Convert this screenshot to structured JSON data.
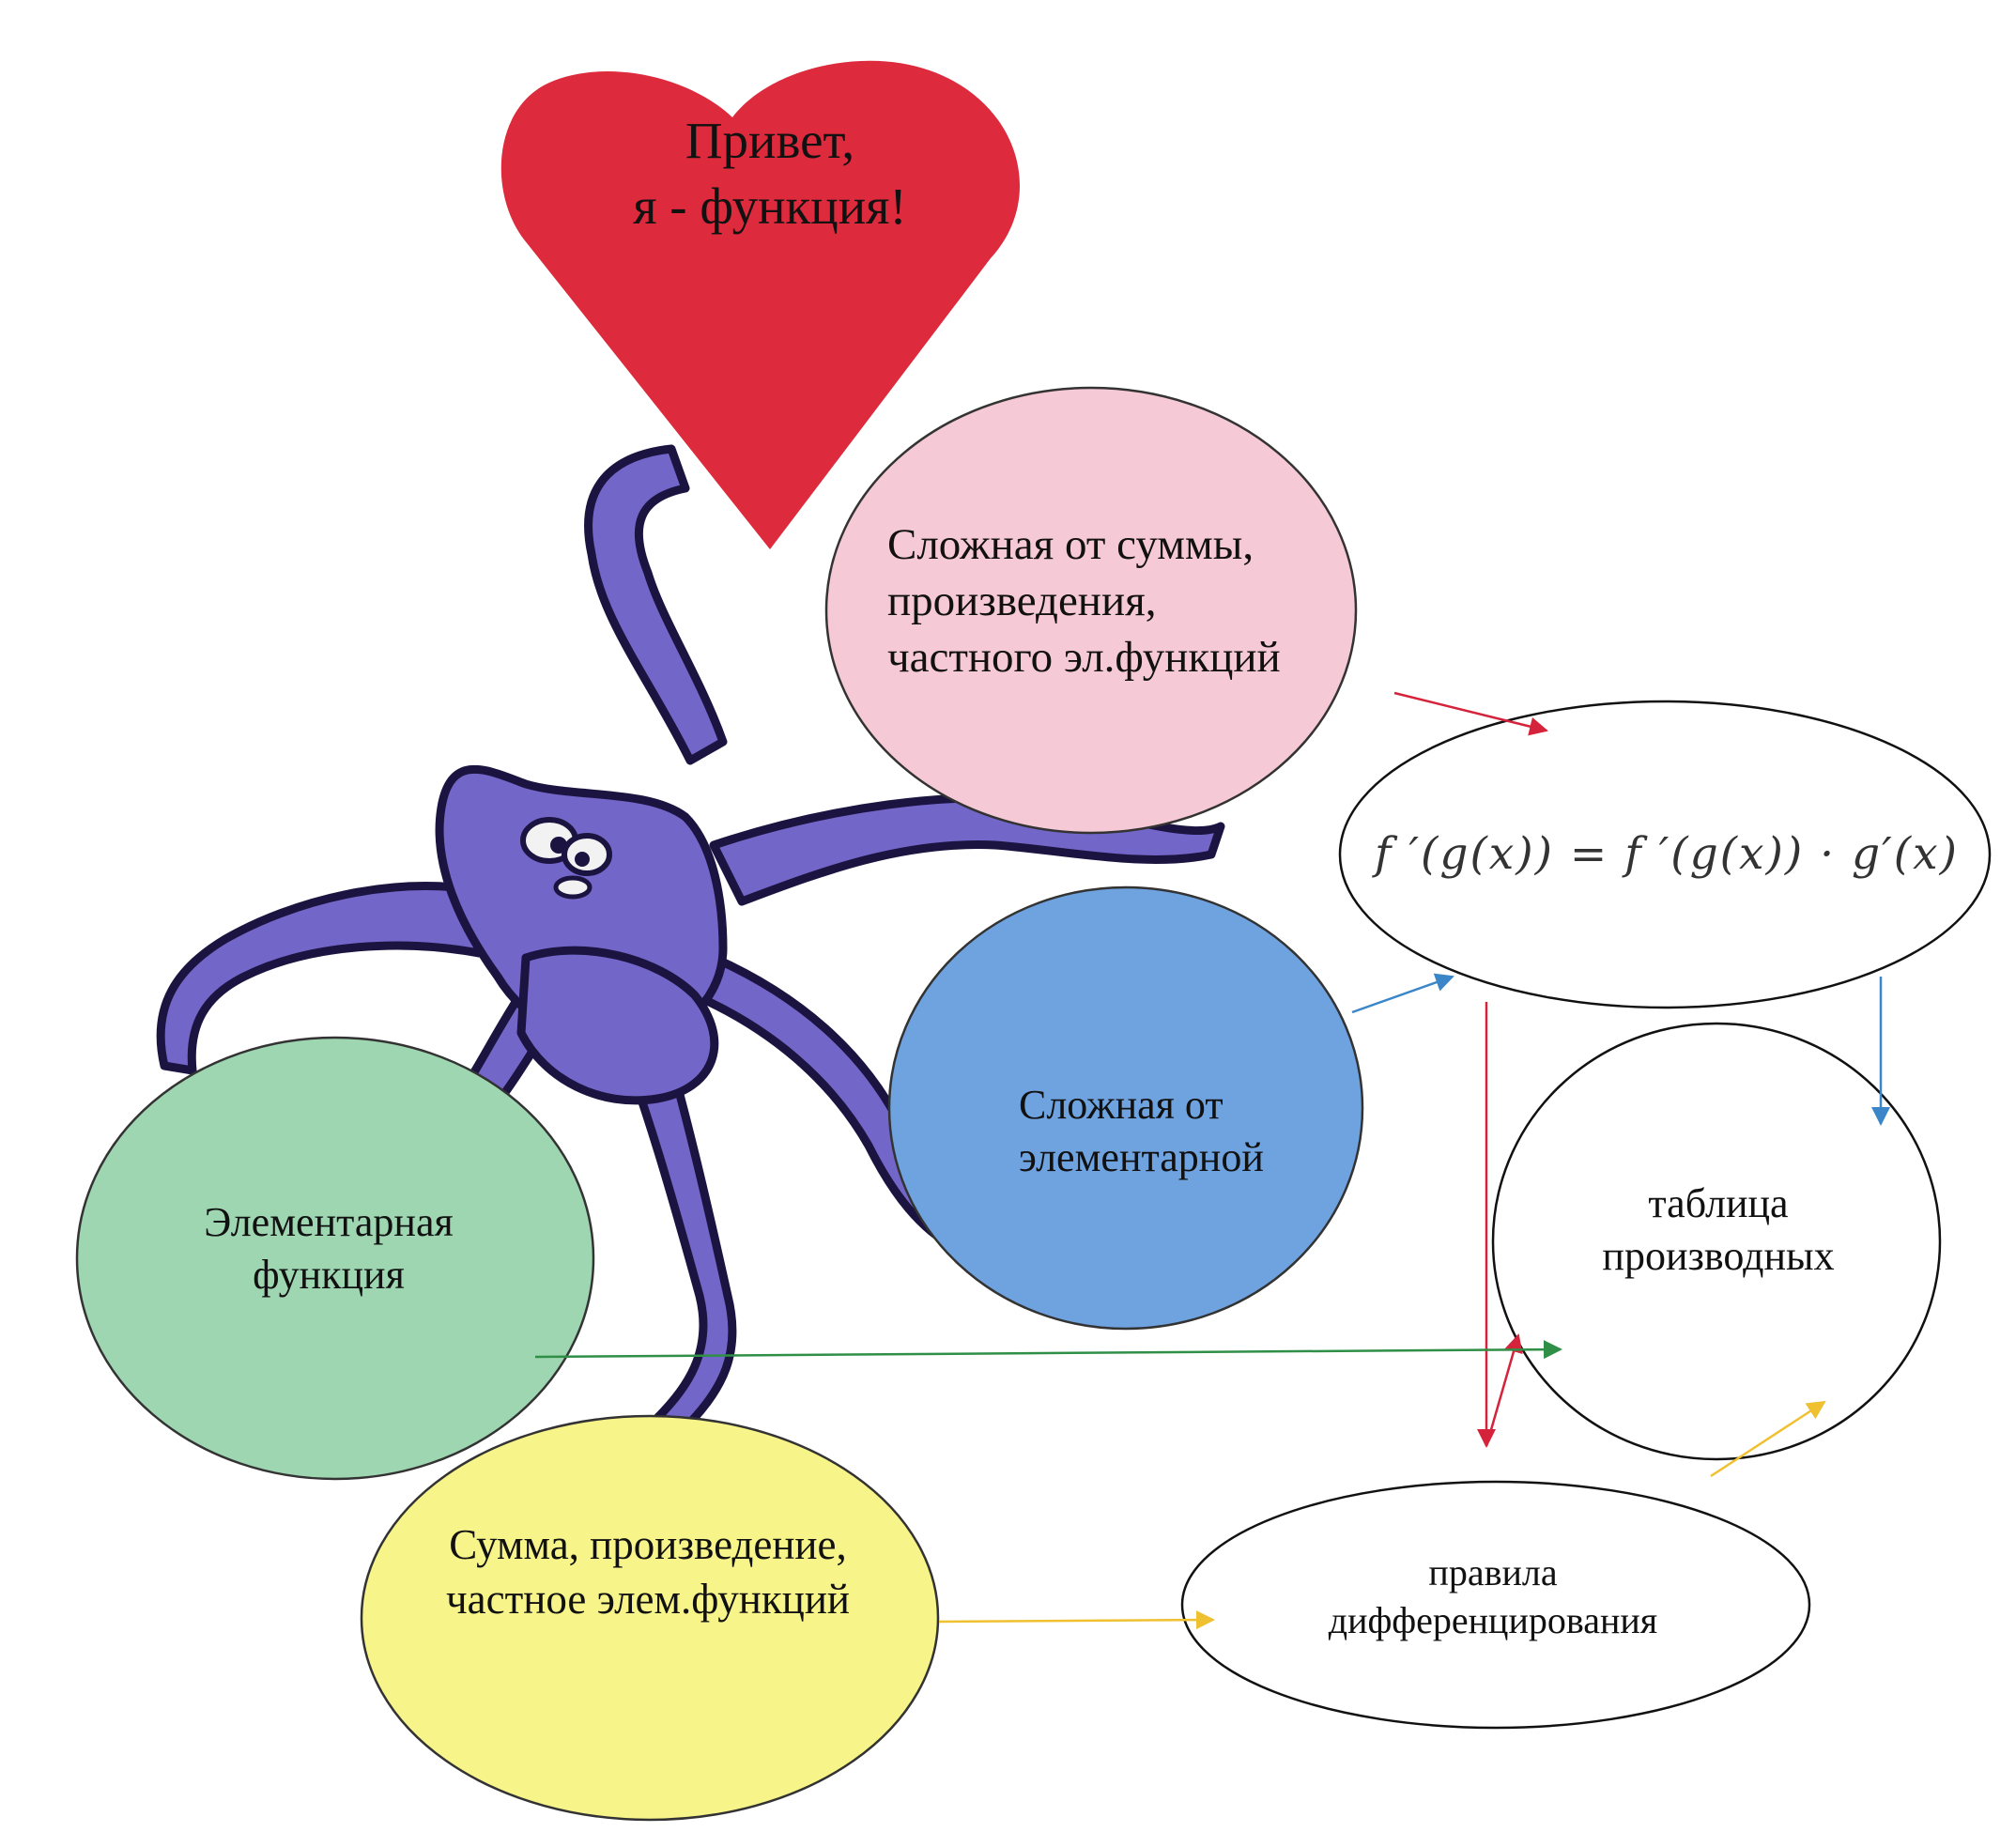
{
  "heart": {
    "text": "Привет,\nя  - функция!"
  },
  "nodes": {
    "complex_sum": "Сложная от суммы,\nпроизведения,\nчастного эл.функций",
    "formula": "f ′(g(x)) = f ′(g(x)) · g′(x)",
    "complex_elem": "Сложная от\nэлементарной",
    "elementary": "Элементарная\nфункция",
    "table": "таблица\nпроизводных",
    "sum_product": "Сумма, произведение,\nчастное элем.функций",
    "rules": "правила\nдифференцирования"
  },
  "icons": {
    "octopus": "octopus-illustration",
    "heart": "heart-shape"
  },
  "colors": {
    "heart": "#dd2a3c",
    "octopus": "#7266c8",
    "complex_sum_fill": "#f6c9d6",
    "complex_elem_fill": "#6fa3e0",
    "elementary_fill": "#9fd6b2",
    "sum_product_fill": "#f7f48a",
    "arrow_red": "#d4233a",
    "arrow_blue": "#3a86c8",
    "arrow_green": "#2f8f46",
    "arrow_yellow": "#efc030"
  }
}
